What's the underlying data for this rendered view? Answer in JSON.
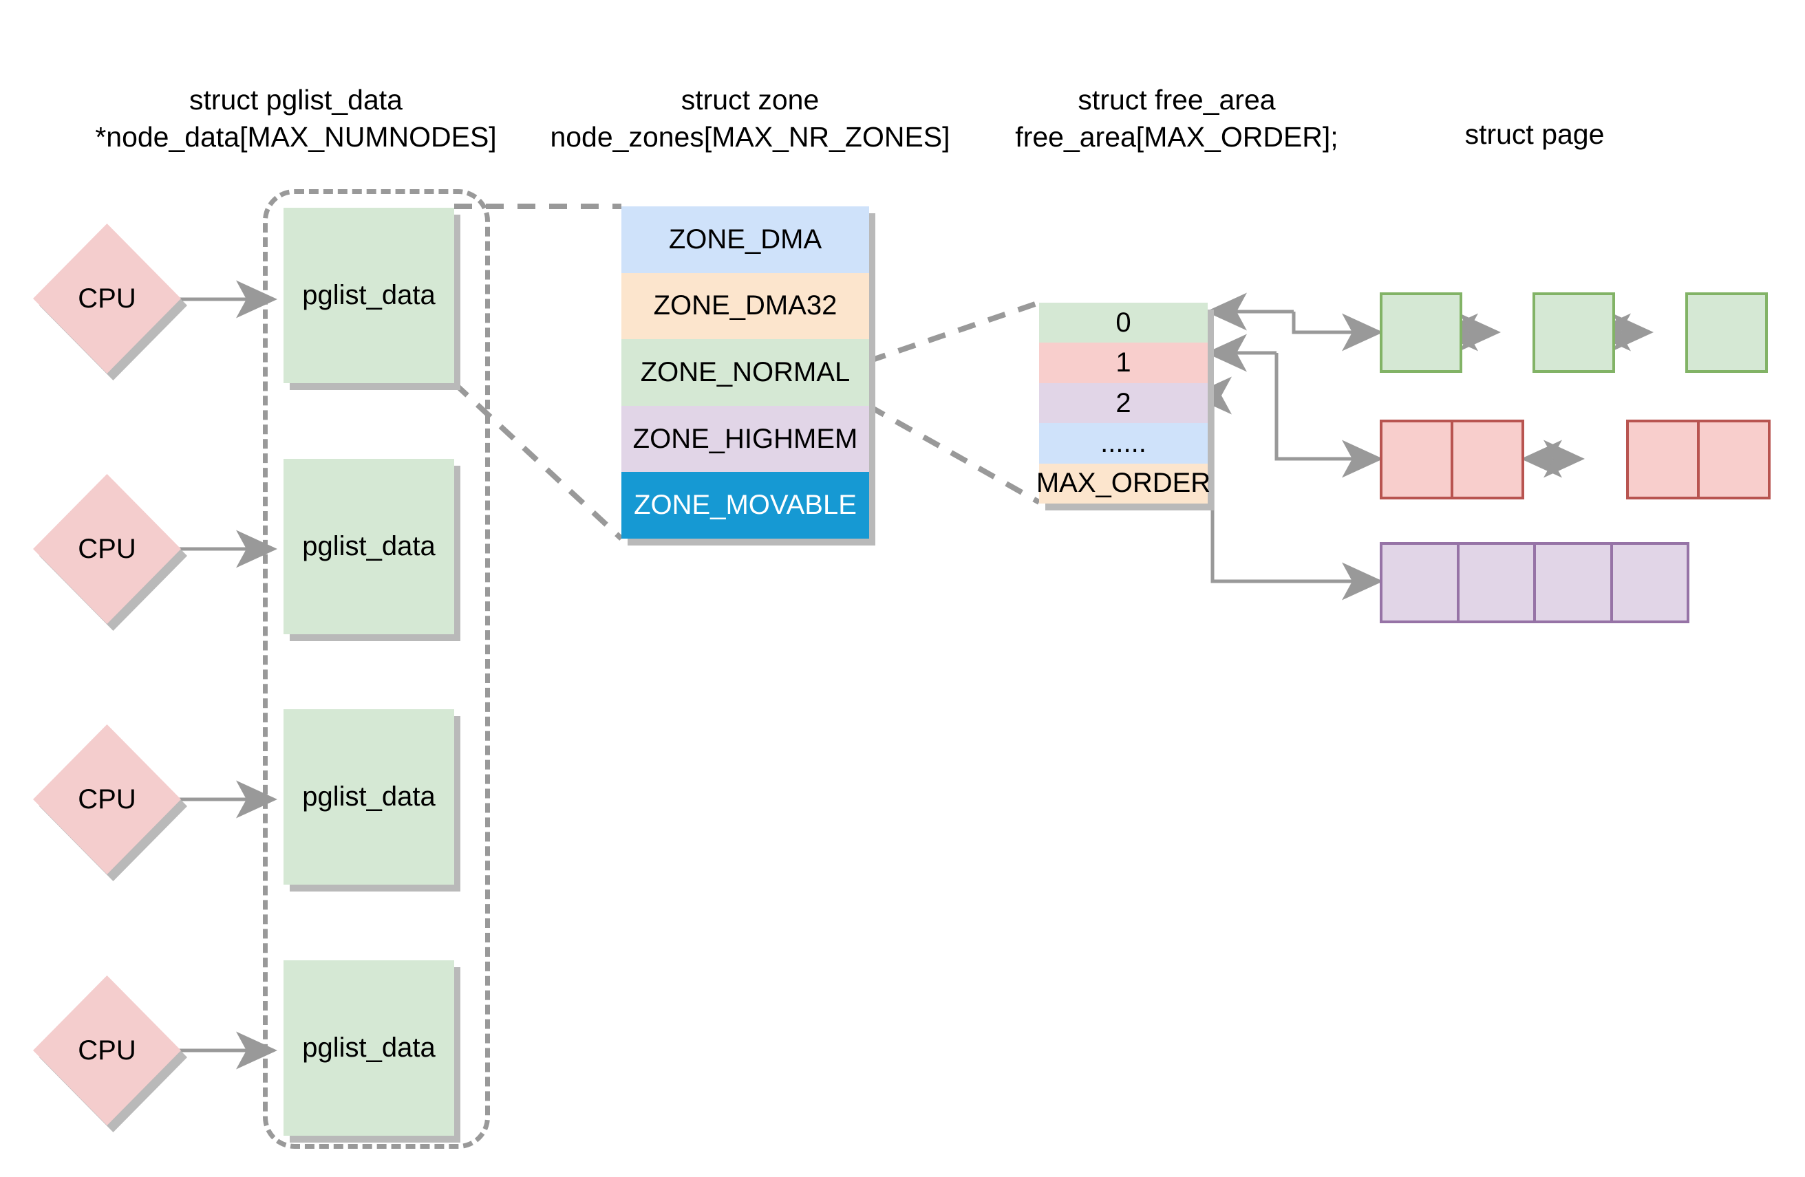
{
  "diagram": {
    "title": "Linux kernel memory management data structures",
    "headers": [
      {
        "id": "pglist-header",
        "text": "struct pglist_data\n*node_data[MAX_NUMNODES]"
      },
      {
        "id": "zone-header",
        "text": "struct zone\nnode_zones[MAX_NR_ZONES]"
      },
      {
        "id": "freearea-header",
        "text": "struct free_area\nfree_area[MAX_ORDER];"
      },
      {
        "id": "page-header",
        "text": "struct page"
      }
    ],
    "cpus": [
      {
        "label": "CPU"
      },
      {
        "label": "CPU"
      },
      {
        "label": "CPU"
      },
      {
        "label": "CPU"
      }
    ],
    "pglist_nodes": [
      {
        "label": "pglist_data"
      },
      {
        "label": "pglist_data"
      },
      {
        "label": "pglist_data"
      },
      {
        "label": "pglist_data"
      }
    ],
    "zones": [
      {
        "label": "ZONE_DMA",
        "fill": "#cfe2fa",
        "text": "#000000"
      },
      {
        "label": "ZONE_DMA32",
        "fill": "#fce5cd",
        "text": "#000000"
      },
      {
        "label": "ZONE_NORMAL",
        "fill": "#d5e8d4",
        "text": "#000000"
      },
      {
        "label": "ZONE_HIGHMEM",
        "fill": "#e1d5e7",
        "text": "#000000"
      },
      {
        "label": "ZONE_MOVABLE",
        "fill": "#1699d3",
        "text": "#ffffff"
      }
    ],
    "free_area_orders": [
      {
        "label": "0",
        "fill": "#d5e8d4",
        "text": "#000000"
      },
      {
        "label": "1",
        "fill": "#f8cecc",
        "text": "#000000"
      },
      {
        "label": "2",
        "fill": "#e1d5e7",
        "text": "#000000"
      },
      {
        "label": "......",
        "fill": "#cfe2fa",
        "text": "#000000"
      },
      {
        "label": "MAX_ORDER",
        "fill": "#fce5cd",
        "text": "#000000"
      }
    ],
    "page_groups": [
      {
        "order": "0",
        "cells": 1,
        "fill": "#d5e8d4",
        "stroke": "#82b366"
      },
      {
        "order": "0",
        "cells": 1,
        "fill": "#d5e8d4",
        "stroke": "#82b366"
      },
      {
        "order": "0",
        "cells": 1,
        "fill": "#d5e8d4",
        "stroke": "#82b366"
      },
      {
        "order": "1",
        "cells": 2,
        "fill": "#f8cecc",
        "stroke": "#b85450"
      },
      {
        "order": "1",
        "cells": 2,
        "fill": "#f8cecc",
        "stroke": "#b85450"
      },
      {
        "order": "2",
        "cells": 4,
        "fill": "#e1d5e7",
        "stroke": "#9673a6"
      }
    ],
    "colors": {
      "connector": "#999999",
      "dashed_group": "#999999",
      "shadow": "#b9b9b9",
      "background": "#ffffff",
      "text": "#000000"
    }
  }
}
